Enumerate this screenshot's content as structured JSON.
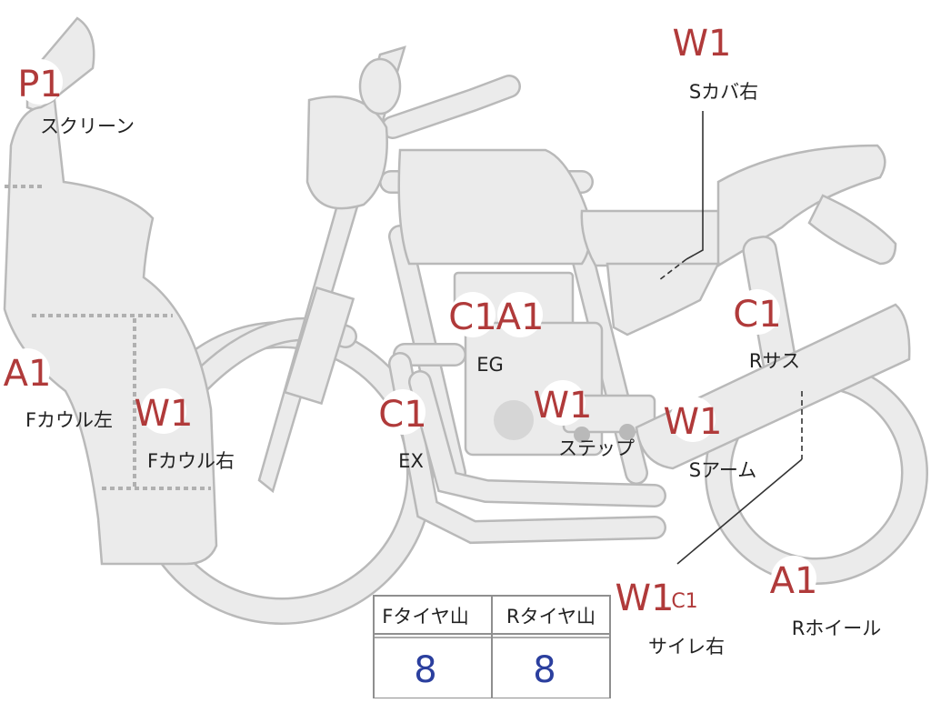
{
  "parts": {
    "screen": {
      "code": "P1",
      "label": "スクリーン"
    },
    "fcowl_left": {
      "code": "A1",
      "label": "Fカウル左"
    },
    "fcowl_right": {
      "code": "W1",
      "label": "Fカウル右"
    },
    "exhaust": {
      "code": "C1",
      "label": "EX"
    },
    "engine": {
      "code1": "C1",
      "code2": "A1",
      "label": "EG"
    },
    "step": {
      "code": "W1",
      "label": "ステップ"
    },
    "side_cover_r": {
      "code": "W1",
      "label": "Sカバ右"
    },
    "rear_susp": {
      "code": "C1",
      "label": "Rサス"
    },
    "swingarm": {
      "code": "W1",
      "label": "Sアーム"
    },
    "muffler_r": {
      "code": "W1",
      "code_small": "C1",
      "label": "サイレ右"
    },
    "rear_wheel": {
      "code": "A1",
      "label": "Rホイール"
    }
  },
  "tire_table": {
    "headers": [
      "Fタイヤ山",
      "Rタイヤ山"
    ],
    "values": [
      "8",
      "8"
    ]
  },
  "colors": {
    "code_red": "#b03a3a",
    "value_blue": "#2b3f9e",
    "part_fill": "#ebebeb",
    "part_stroke": "#b9b9b9"
  }
}
